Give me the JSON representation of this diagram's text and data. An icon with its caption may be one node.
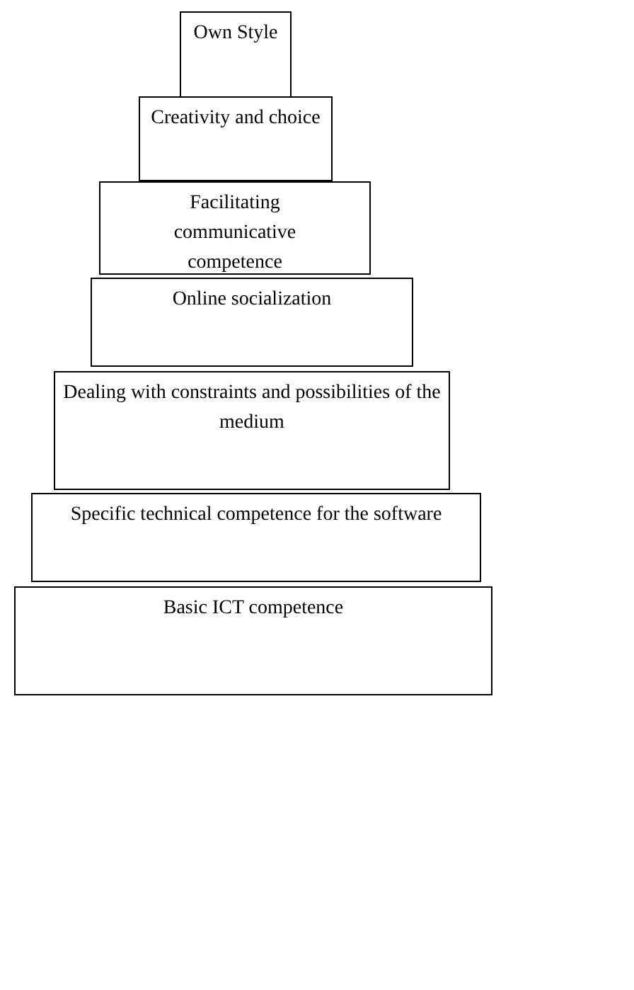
{
  "diagram": {
    "nodes": [
      {
        "text": [
          "Own Style"
        ]
      },
      {
        "text": [
          "Creativity and choice"
        ]
      },
      {
        "text": [
          "Facilitating communicative competence"
        ]
      },
      {
        "text": [
          "Online socialization"
        ]
      },
      {
        "text": [
          "Dealing with constraints and possibilities of the medium"
        ]
      },
      {
        "text": [
          "Specific technical competence for the software"
        ]
      },
      {
        "text": [
          "Basic ICT competence"
        ]
      }
    ]
  }
}
